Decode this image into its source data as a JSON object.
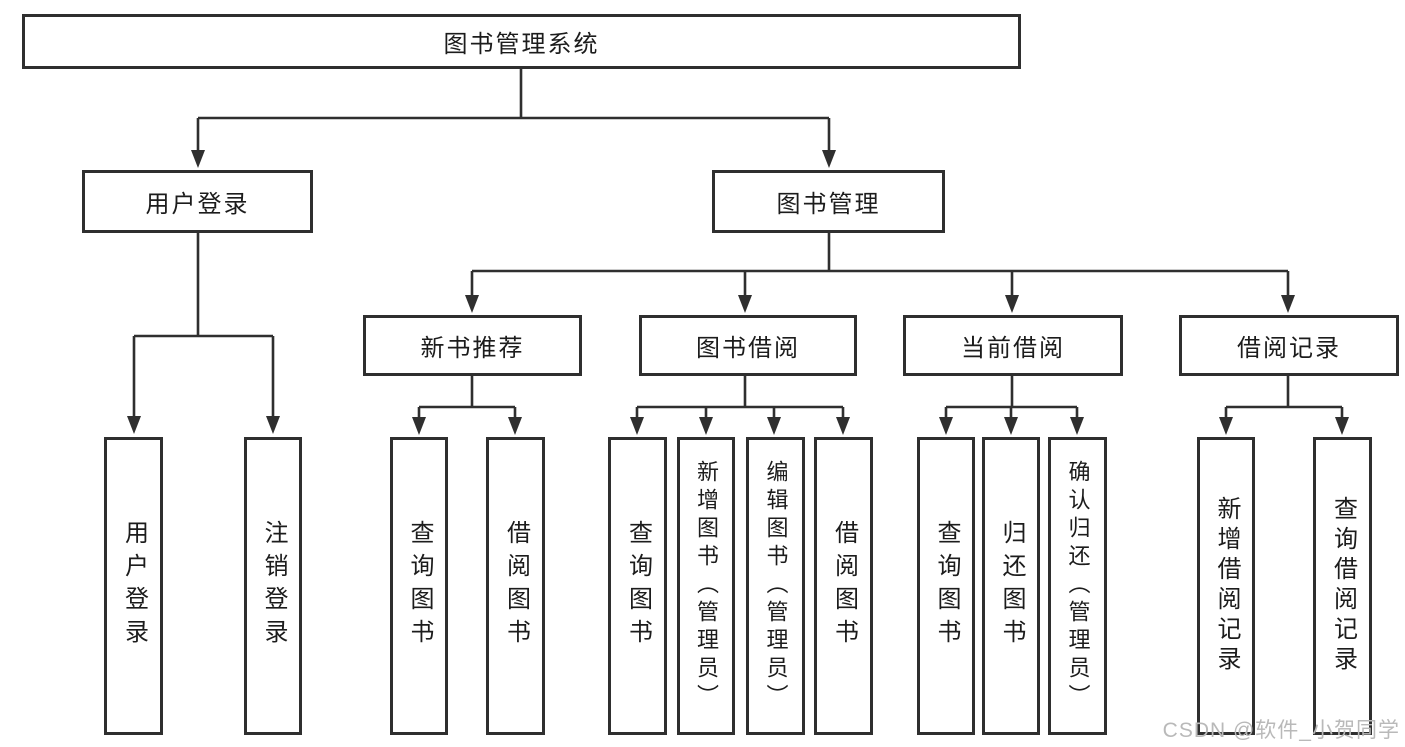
{
  "diagram": {
    "root": {
      "label": "图书管理系统"
    },
    "branches": [
      {
        "label": "用户登录",
        "children": [
          {
            "label": "用户登录"
          },
          {
            "label": "注销登录"
          }
        ]
      },
      {
        "label": "图书管理",
        "children": [
          {
            "label": "新书推荐",
            "children": [
              {
                "label": "查询图书"
              },
              {
                "label": "借阅图书"
              }
            ]
          },
          {
            "label": "图书借阅",
            "children": [
              {
                "label": "查询图书"
              },
              {
                "label": "新增图书（管理员）"
              },
              {
                "label": "编辑图书（管理员）"
              },
              {
                "label": "借阅图书"
              }
            ]
          },
          {
            "label": "当前借阅",
            "children": [
              {
                "label": "查询图书"
              },
              {
                "label": "归还图书"
              },
              {
                "label": "确认归还（管理员）"
              }
            ]
          },
          {
            "label": "借阅记录",
            "children": [
              {
                "label": "新增借阅记录"
              },
              {
                "label": "查询借阅记录"
              }
            ]
          }
        ]
      }
    ]
  },
  "watermark": {
    "text": "CSDN @软件_小贺同学"
  },
  "colors": {
    "line": "#2f2f2f",
    "text": "#1c1c1c",
    "background": "#ffffff",
    "watermark": "#b9b9b9"
  }
}
